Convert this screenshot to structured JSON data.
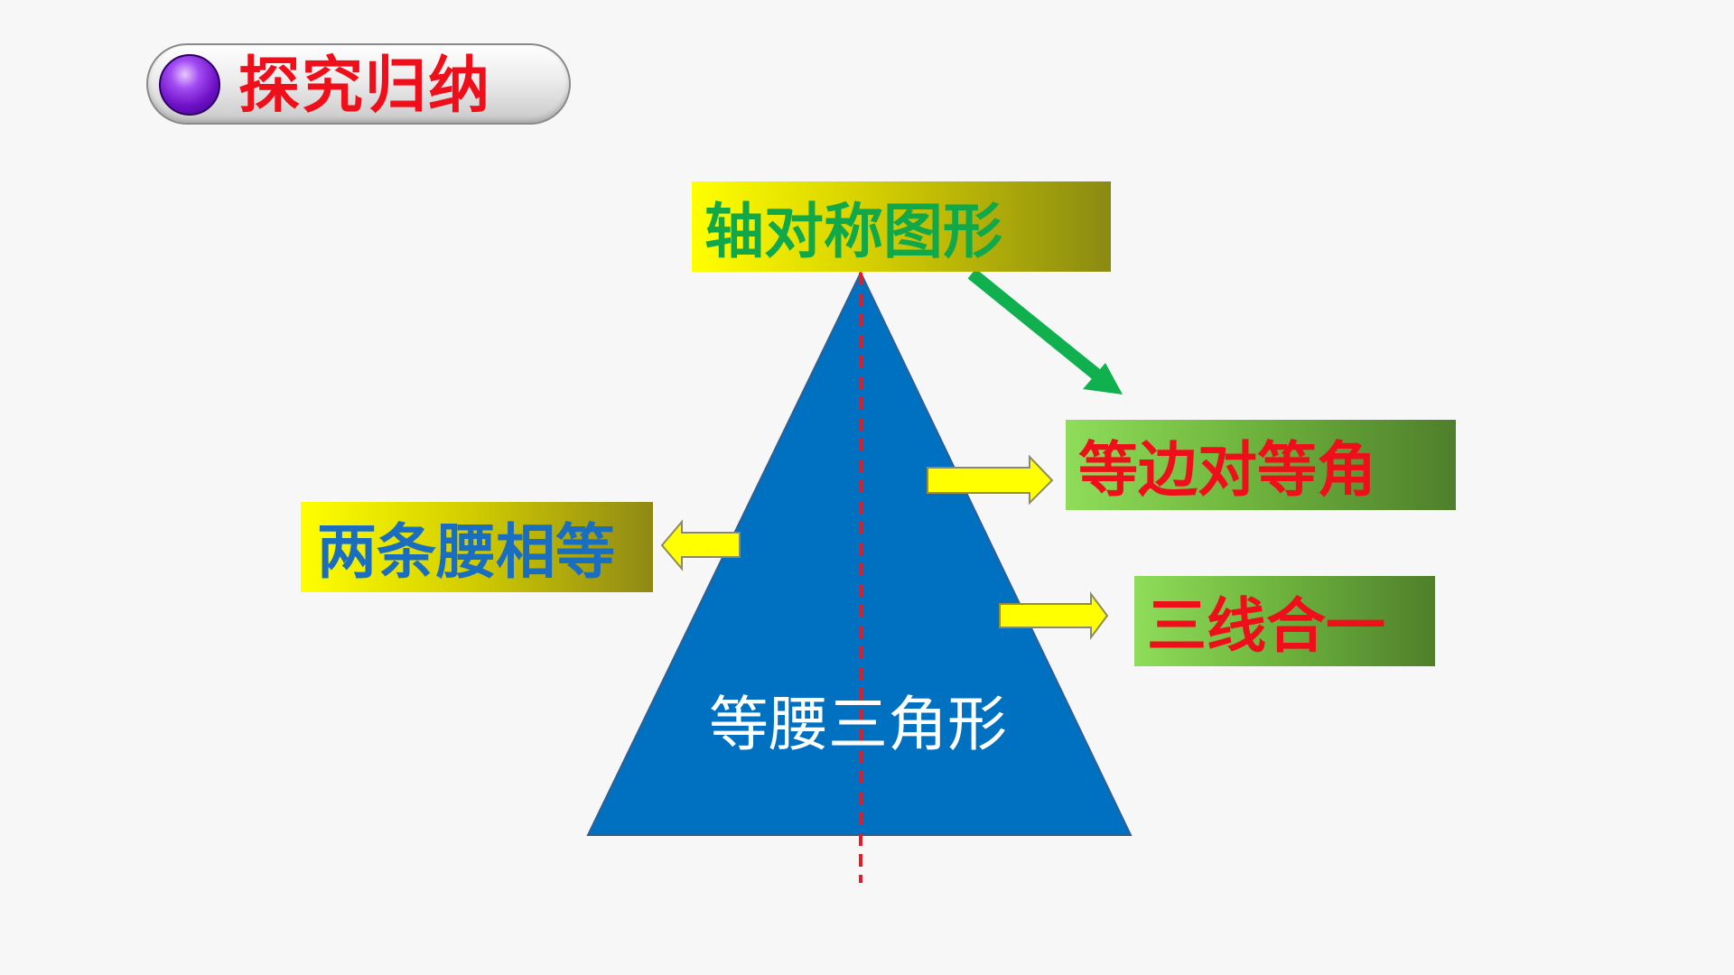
{
  "heading": {
    "title": "探究归纳"
  },
  "diagram": {
    "shape_label": "等腰三角形",
    "top_label": "轴对称图形",
    "left_label": "两条腰相等",
    "right_label_1": "等边对等角",
    "right_label_2": "三线合一"
  },
  "colors": {
    "triangle_fill": "#0070c0",
    "axis_line": "#e31b23",
    "heading_text": "#ee0f1a",
    "arrow_yellow": "#ffff00",
    "arrow_green": "#11b04f"
  },
  "icons": {
    "heading_ball": "purple-ball-icon"
  }
}
